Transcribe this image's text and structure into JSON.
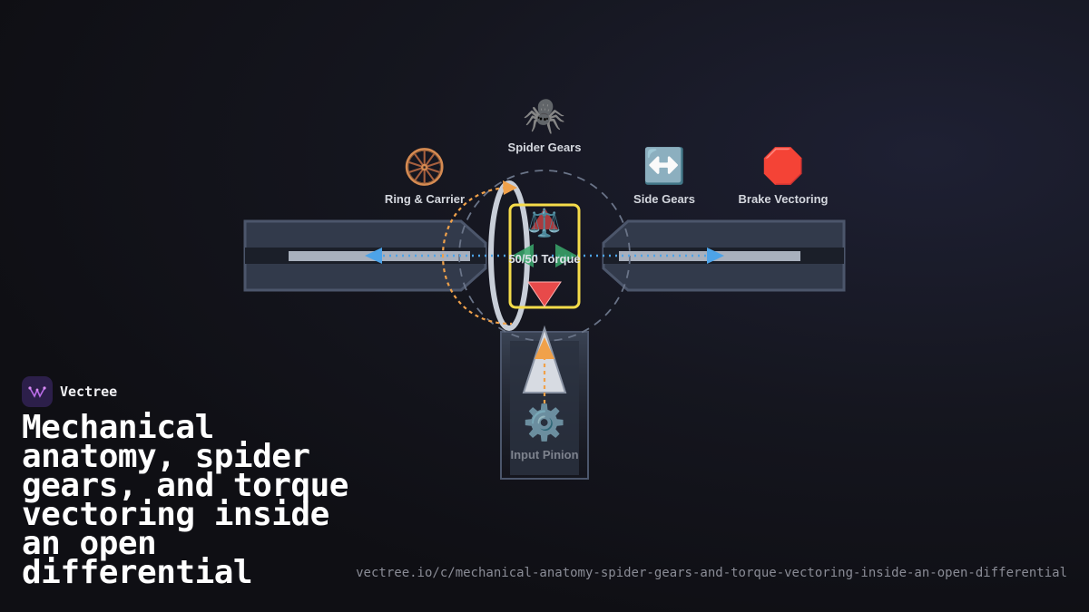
{
  "diagram": {
    "nodes": {
      "spider_gears": {
        "label": "Spider Gears",
        "icon": "spider-icon",
        "glyph": "🕷️"
      },
      "ring_carrier": {
        "label": "Ring & Carrier",
        "icon": "wheel-icon",
        "glyph": "🛞"
      },
      "side_gears": {
        "label": "Side Gears",
        "icon": "left-right-arrow-icon",
        "glyph": "↔️"
      },
      "brake_vectoring": {
        "label": "Brake Vectoring",
        "icon": "stop-sign-icon",
        "glyph": "🛑"
      },
      "input_pinion": {
        "label": "Input Pinion",
        "icon": "gear-icon",
        "glyph": "⚙️"
      },
      "center": {
        "label": "50/50 Torque",
        "icon": "balance-scale-icon",
        "glyph": "⚖️"
      }
    }
  },
  "colors": {
    "flow_arrow": "#4da3e8",
    "rotation_path": "#f0a14a",
    "highlight_box": "#f5dc4a",
    "down_triangle": "#e84a4a",
    "side_triangle": "#3aa86b",
    "housing": "#3a4354"
  },
  "brand": {
    "name": "Vectree"
  },
  "title": "Mechanical anatomy, spider gears, and torque vectoring inside an open differential",
  "url": "vectree.io/c/mechanical-anatomy-spider-gears-and-torque-vectoring-inside-an-open-differential"
}
